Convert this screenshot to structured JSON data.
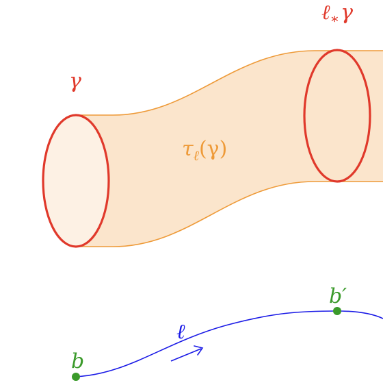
{
  "labels": {
    "gamma": "γ",
    "transported_gamma_base": "ℓ",
    "transported_gamma_star": "∗",
    "transported_gamma_curve": "γ",
    "tube_tau": "τ",
    "tube_sub": "ℓ",
    "tube_arg": "(γ)",
    "path": "ℓ",
    "start_point": "b",
    "end_point": "b′"
  },
  "colors": {
    "curve_red": "#e0392b",
    "tube_fill": "#fbe5cc",
    "tube_stroke": "#ee9a38",
    "tube_label": "#ee9a38",
    "ellipse_fill": "#fdf1e4",
    "path_blue": "#1a1ae6",
    "point_green": "#3a9a2a",
    "label_green": "#3a9a2a"
  }
}
